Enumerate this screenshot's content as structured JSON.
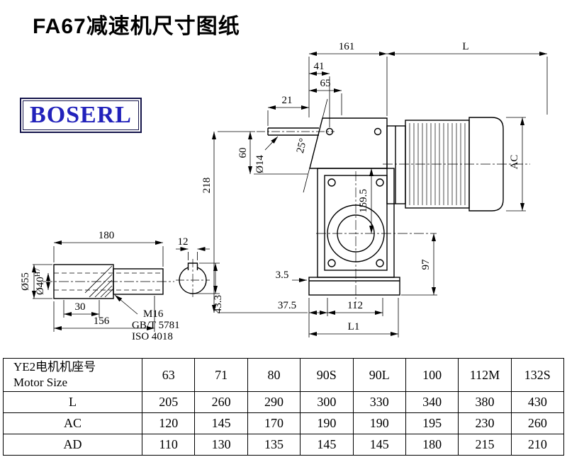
{
  "page": {
    "title": "FA67减速机尺寸图纸",
    "logo_text": "BOSERL"
  },
  "main_view": {
    "dim_gear_width": "161",
    "dim_motor_length": "L",
    "dim_41": "41",
    "dim_65": "65",
    "dim_21": "21",
    "dim_60": "60",
    "dim_218": "218",
    "dim_shaft_dia": "Ø14",
    "dim_angle": "25°",
    "dim_159_5": "159.5",
    "dim_ac": "AC",
    "dim_97": "97",
    "dim_3_5": "3.5",
    "dim_37_5": "37.5",
    "dim_112": "112",
    "dim_l1": "L1"
  },
  "shaft_detail": {
    "dim_180": "180",
    "dim_od": "Ø55",
    "dim_bore": "Ø40",
    "dim_bore_tol": "H7",
    "dim_30": "30",
    "dim_156": "156",
    "thread_callout": "M16",
    "standard_gb": "GB/T 5781",
    "standard_iso": "ISO 4018",
    "dim_key_width": "12",
    "dim_key_height": "43.3"
  },
  "table": {
    "header_line1": "YE2电机机座号",
    "header_line2": "Motor Size",
    "sizes": [
      "63",
      "71",
      "80",
      "90S",
      "90L",
      "100",
      "112M",
      "132S"
    ],
    "rows": [
      {
        "label": "L",
        "values": [
          "205",
          "260",
          "290",
          "300",
          "330",
          "340",
          "380",
          "430"
        ]
      },
      {
        "label": "AC",
        "values": [
          "120",
          "145",
          "170",
          "190",
          "190",
          "195",
          "230",
          "260"
        ]
      },
      {
        "label": "AD",
        "values": [
          "110",
          "130",
          "135",
          "145",
          "145",
          "180",
          "215",
          "210"
        ]
      }
    ]
  }
}
